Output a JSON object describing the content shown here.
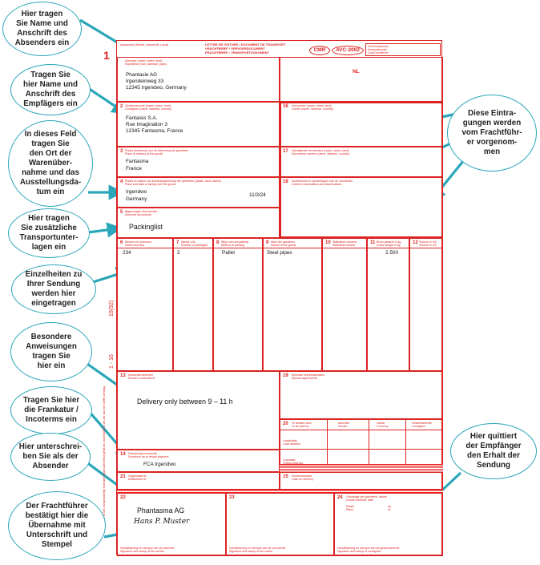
{
  "callouts": {
    "sender": "Hier tragen\nSie Name und\nAnschrift des\nAbsenders ein",
    "consignee": "Tragen Sie\nhier Name und\nAnschrift des\nEmpfägers ein",
    "place_of_taking": "In dieses Feld\ntragen Sie\nden Ort der\nWarenüber-\nnahme und das\nAusstellungsda-\ntum ein",
    "documents": "Hier tragen\nSie zusätzliche\nTransportunter-\nlagen ein",
    "details": "Einzelheiten zu\nIhrer Sendung\nwerden hier\neingetragen",
    "instructions": "Besondere\nAnweisungen\ntragen Sie\nhier ein",
    "freight": "Tragen Sie hier\ndie Frankatur /\nIncoterms ein",
    "sign_sender": "Hier unterschrei-\nben Sie als der\nAbsender",
    "carrier_confirm": "Der Frachtführer\nbestätigt hier die\nÜbernahme mit\nUnterschrift und\nStempel",
    "carrier_entries": "Diese Eintra-\ngungen werden\nvom Frachtführ-\ner vorgenom-\nmen",
    "consignee_receipt": "Hier quittiert\nder Empfänger\nden Erhalt der\nSendung"
  },
  "form": {
    "copy_number": "1",
    "sender_header": "Absender (Name, Anschrift, Land)",
    "title_nl": "LETTRE DE VOITURE • DOCUMENT DE TRANSPORT\nVRACHTBRIEF • VERVOERDOCUMENT\nFRACHTBRIEF • TRANSPORTDOKUMENT",
    "cmr": "CMR",
    "avc": "AVC-2002",
    "country_code": "NL",
    "sender": {
      "name": "Phantasie AG",
      "street": "Irgendeinweg 33",
      "city": "12345 Irgendwo, Germany"
    },
    "consignee": {
      "name": "Fantaisis S.A.",
      "street": "Rue Imagination 3",
      "city": "12345 Fantasma, France"
    },
    "delivery": {
      "place": "Fantasma",
      "country": "France"
    },
    "taking_over": {
      "place": "Irgendwo",
      "country": "Germany",
      "date": "11/3/24"
    },
    "documents": "Packinglist",
    "goods": {
      "marks": "234",
      "packages": "2",
      "packing": "Pallet",
      "nature": "Steel pipes",
      "weight": "2.500"
    },
    "instructions": "Delivery only between 9 – 11 h",
    "freight_terms": "FCA Irgendwo",
    "sender_company": "Phantasma AG",
    "signature": "Hans P. Muster",
    "labels": {
      "f1": "Afzender (naam, adres, land)\nExpéditeur (nom, adresse, pays)",
      "f2": "Geadresseerde (naam, adres, land)\nConsignee (name, address, country)",
      "f3": "Plaats (bestemd) voor de aflevering der goederen\nPlace of delivery of the goods",
      "f4": "Plaats en datum van inontvangstneming der goederen (plaats, land, datum)\nPlace and date of taking over the goods",
      "f5": "Bijgevoegde documenten\nAnnexed documents",
      "f6": "Merken en nummers\nMarks and Nos",
      "f7": "Aantal colli\nNumber of packages",
      "f8": "Wijze van verpakking\nMethod of packing",
      "f9": "Aard der goederen\nNature of the goods",
      "f10": "Statistisch nummer\nStatistical number",
      "f11": "Bruto gewicht in kg\nGross weight in kg",
      "f12": "Volume in m3\nVolume in m3",
      "f13": "Instructies afzender\nSender's instructions",
      "f14": "Frankeringsvoorschrift\nDirections as to freight payment",
      "f15": "Rembours/cash\nCash on delivery",
      "f16": "Vervoerder (naam, adres, land)\nCarrier (name, address, country)",
      "f17": "Opvolgende vervoerders (naam, adres, land)\nSuccessive carriers (name, address, country)",
      "f18": "Voorbehoud en opmerkingen van de vervoerder\nCarrier's reservations and observations",
      "f19": "Speciale overeenkomsten\nSpecial agreements",
      "f20": "Te betalen door\nTo be paid by",
      "f21": "Opgemaakt te\nEstablished in",
      "f22": "Handtekening en stempel van de afzender\nSignature and stamp of the sender",
      "f23": "Handtekening en stempel van de vervoerder\nSignature and stamp of the carrier",
      "f24": "Ontvangst der goederen, datum\nGoods received, date",
      "f24b": "Handtekening en stempel van de geadresseerde\nSignature and stamp of consignee",
      "afz": "Afzender\nSender",
      "valuta": "Valuta\nCurrency",
      "geadr": "Geadresseerde\nConsignee",
      "loading": "Laadplaats\nLoad address",
      "unloading": "Losplaats\nUnload address",
      "plaats": "Plaats\nPlace",
      "op": "op\nat",
      "top_right": "Code transporteur\nVervoerderscode\nCode Frachtführer"
    },
    "side_note": "De in het oorspronkelijk formulier ingevulde tekst geldt als vrachtbrief in de zin van het CMR-verdrag",
    "side_numbers": [
      "19(92)",
      "1 - 16"
    ]
  }
}
